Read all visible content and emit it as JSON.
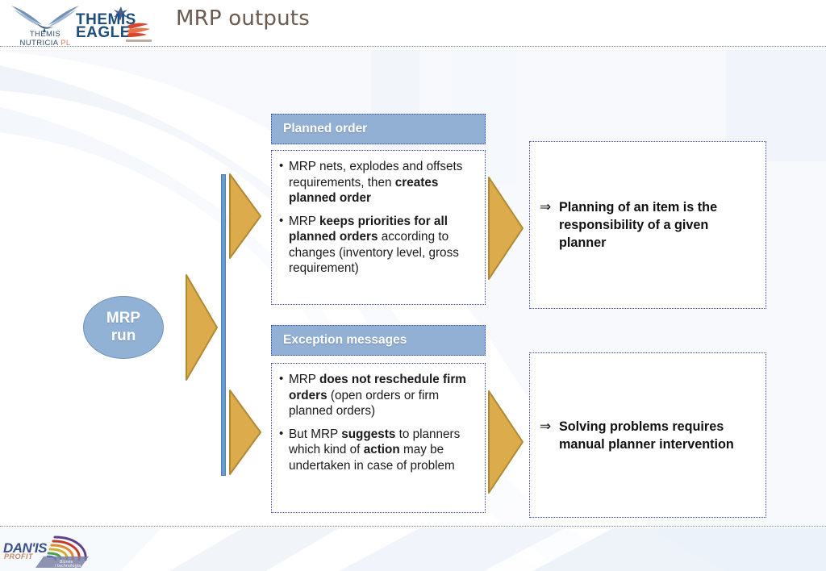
{
  "header": {
    "title": "MRP outputs",
    "logo_left": {
      "name": "themis-nutricia-pl-logo",
      "line1": "THEMIS",
      "line2": "NUTRICIA",
      "suffix": "PL"
    },
    "logo_center": {
      "name": "themis-eagle-logo",
      "line1": "THEMIS",
      "line2": "EAGLE"
    }
  },
  "footer": {
    "logo": {
      "name": "danis-logo",
      "text": "DAN'IS",
      "sub": "PROFIT"
    }
  },
  "diagram": {
    "source_node": {
      "line1": "MRP",
      "line2": "run"
    },
    "panels": [
      {
        "header": "Planned order",
        "bullets": [
          [
            {
              "text": "MRP nets, explodes and offsets requirements, then ",
              "bold": false
            },
            {
              "text": "creates planned order",
              "bold": true
            }
          ],
          [
            {
              "text": "MRP ",
              "bold": false
            },
            {
              "text": "keeps priorities for all planned orders",
              "bold": true
            },
            {
              "text": " according to changes (inventory level, gross requirement)",
              "bold": false
            }
          ]
        ]
      },
      {
        "header": "Exception messages",
        "bullets": [
          [
            {
              "text": "MRP ",
              "bold": false
            },
            {
              "text": "does not reschedule firm orders",
              "bold": true
            },
            {
              "text": " (open orders or firm planned orders)",
              "bold": false
            }
          ],
          [
            {
              "text": "But MRP ",
              "bold": false
            },
            {
              "text": "suggests",
              "bold": true
            },
            {
              "text": " to planners which kind of ",
              "bold": false
            },
            {
              "text": "action",
              "bold": true
            },
            {
              "text": " may be undertaken in case of problem",
              "bold": false
            }
          ]
        ]
      }
    ],
    "results": [
      {
        "symbol": "⇒",
        "text": "Planning of an item is the responsibility of a given planner"
      },
      {
        "symbol": "⇒",
        "text": "Solving problems requires manual planner intervention"
      }
    ],
    "bullet_glyph": "•"
  },
  "colors": {
    "panel_header_bg": "#92b0d4",
    "dotted_border": "#3a46b4",
    "ellipse_fill": "#92b2d5",
    "arrow_fill": "#dbab4c",
    "arrow_stroke": "#b08a33",
    "bar_fill": "#6a9bd1",
    "title_text": "#6b5a50"
  }
}
